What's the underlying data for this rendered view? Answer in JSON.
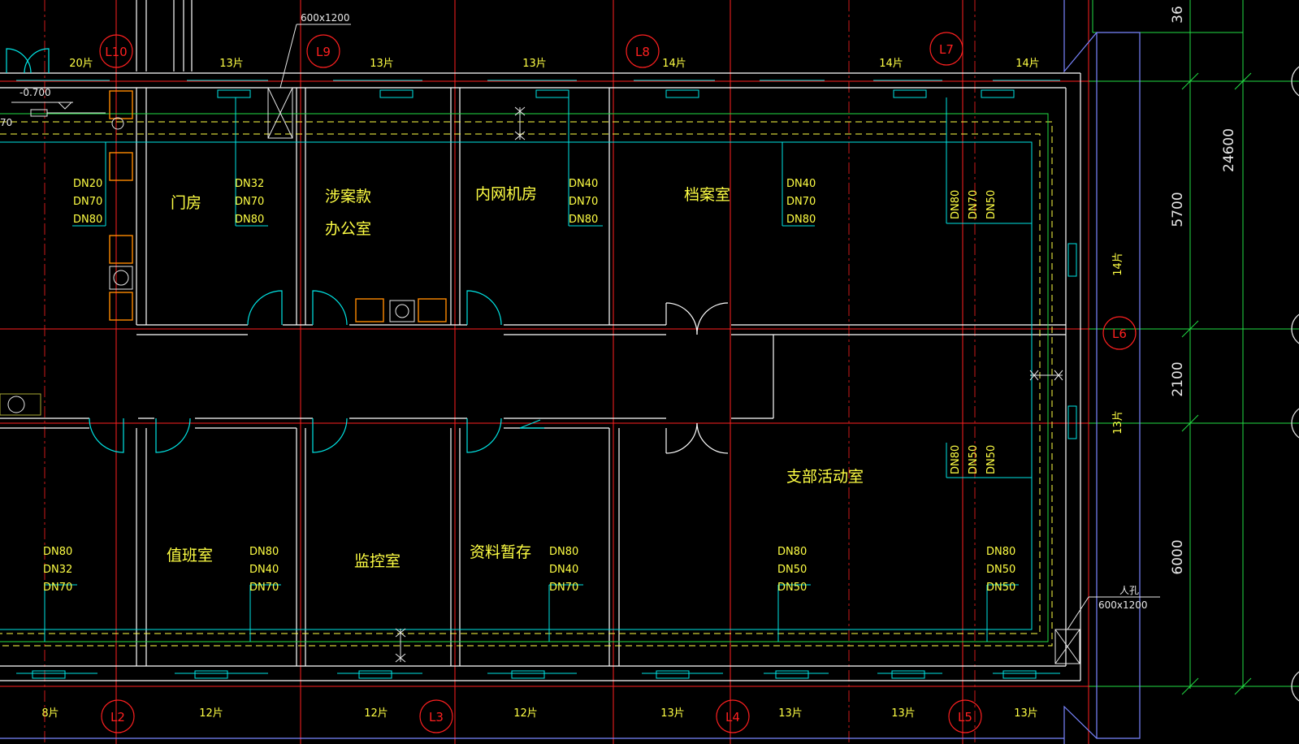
{
  "rooms": {
    "guard": "门房",
    "case_office_1": "涉案款",
    "case_office_2": "办公室",
    "network_room": "内网机房",
    "archive": "档案室",
    "activity": "支部活动室",
    "duty": "值班室",
    "monitor": "监控室",
    "storage": "资料暂存"
  },
  "axes": {
    "top": [
      "L10",
      "L9",
      "L8",
      "L7"
    ],
    "bottom": [
      "L2",
      "L3",
      "L4",
      "L5"
    ],
    "right": "L6"
  },
  "radiators_top": [
    "20片",
    "13片",
    "13片",
    "13片",
    "14片",
    "14片",
    "14片"
  ],
  "radiators_bottom": [
    "8片",
    "12片",
    "12片",
    "12片",
    "13片",
    "13片",
    "13片",
    "13片"
  ],
  "radiators_right": [
    "14片",
    "13片"
  ],
  "pipe_labels": {
    "g1": [
      "DN20",
      "DN70",
      "DN80"
    ],
    "g2": [
      "DN32",
      "DN70",
      "DN80"
    ],
    "g3": [
      "DN40",
      "DN70",
      "DN80"
    ],
    "g4": [
      "DN40",
      "DN70",
      "DN80"
    ],
    "v1": [
      "DN80",
      "DN70",
      "DN50"
    ],
    "v2": [
      "DN80",
      "DN50",
      "DN50"
    ],
    "b1": [
      "DN80",
      "DN32",
      "DN70"
    ],
    "b2": [
      "DN80",
      "DN40",
      "DN70"
    ],
    "b3": [
      "DN80",
      "DN40",
      "DN70"
    ],
    "b4": [
      "DN80",
      "DN50",
      "DN50"
    ],
    "b5": [
      "DN80",
      "DN50",
      "DN50"
    ]
  },
  "dimensions": {
    "total": "24600",
    "d1": "5700",
    "d2": "2100",
    "d3": "6000",
    "top_partial": "36"
  },
  "manhole": {
    "label": "人孔",
    "size_bottom": "600x1200",
    "size_top": "600x1200"
  },
  "elevation": "-0.700",
  "edge_text": "70",
  "colors": {
    "axis": "#ff2020",
    "text": "#ffff44",
    "wall": "#ffffff",
    "pipe_cyan": "#00e5e5",
    "pipe_green": "#22dd44"
  }
}
